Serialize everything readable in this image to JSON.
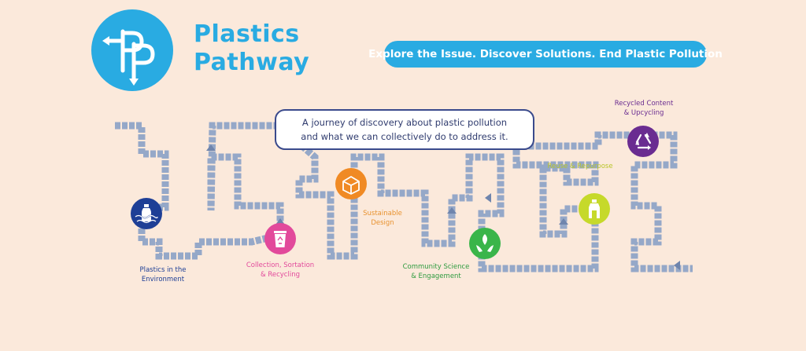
{
  "brand": {
    "title_line1": "Plastics",
    "title_line2": "Pathway",
    "color": "#29abe2",
    "logo_icon": "pp-arrows-logo-icon"
  },
  "banner": {
    "text": "Explore the Issue. Discover Solutions. End Plastic Pollution"
  },
  "intro": {
    "line1": "A journey of discovery about plastic pollution",
    "line2": "and what we can collectively do to address it."
  },
  "path_color": "#95a8c8",
  "stops": [
    {
      "id": "environment",
      "label_lines": [
        "Plastics in the",
        "Environment"
      ],
      "color": "#1e3f96",
      "label_color": "#1e3f96",
      "icon": "bottle-in-water-icon"
    },
    {
      "id": "collection",
      "label_lines": [
        "Collection, Sortation",
        "& Recycling"
      ],
      "color": "#e2499b",
      "label_color": "#e2499b",
      "icon": "recycling-bin-icon"
    },
    {
      "id": "design",
      "label_lines": [
        "Sustainable",
        "Design"
      ],
      "color": "#f08a24",
      "label_color": "#e8922f",
      "icon": "box-design-icon"
    },
    {
      "id": "community",
      "label_lines": [
        "Community Science",
        "& Engagement"
      ],
      "color": "#3ab54a",
      "label_color": "#2e9b3f",
      "icon": "hands-leaves-icon"
    },
    {
      "id": "reuse",
      "label_lines": [
        "Reuse & Repurpose"
      ],
      "color": "#c6d92a",
      "label_color": "#b9c52a",
      "icon": "bottle-building-icon"
    },
    {
      "id": "recycled",
      "label_lines": [
        "Recycled Content",
        "& Upcycling"
      ],
      "color": "#6a2c91",
      "label_color": "#6a2c91",
      "icon": "recycle-triangle-icon"
    }
  ]
}
